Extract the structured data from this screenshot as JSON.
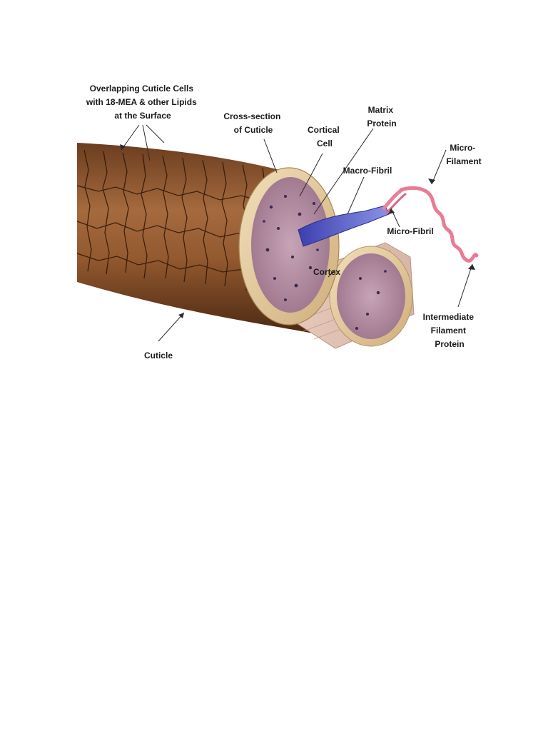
{
  "diagram": {
    "labels": {
      "overlapping_cuticle": [
        "Overlapping Cuticle Cells",
        "with 18-MEA & other Lipids",
        "at the Surface"
      ],
      "cross_section": [
        "Cross-section",
        "of Cuticle"
      ],
      "cortical_cell": [
        "Cortical",
        "Cell"
      ],
      "matrix_protein": [
        "Matrix",
        "Protein"
      ],
      "macro_fibril": [
        "Macro-Fibril"
      ],
      "micro_filament": [
        "Micro-",
        "Filament"
      ],
      "micro_fibril": [
        "Micro-Fibril"
      ],
      "cortex": [
        "Cortex"
      ],
      "intermediate_filament": [
        "Intermediate",
        "Filament",
        "Protein"
      ],
      "cuticle": [
        "Cuticle"
      ]
    },
    "colors": {
      "hair_shaft": "#8a5530",
      "hair_dark": "#3a1f0e",
      "cuticle_ring": "#e7cfa3",
      "cortex": "#b08aa0",
      "macro_fibril": "#5560c8",
      "micro_fibril": "#e87f9a",
      "leader_line": "#2a2a2a"
    }
  }
}
